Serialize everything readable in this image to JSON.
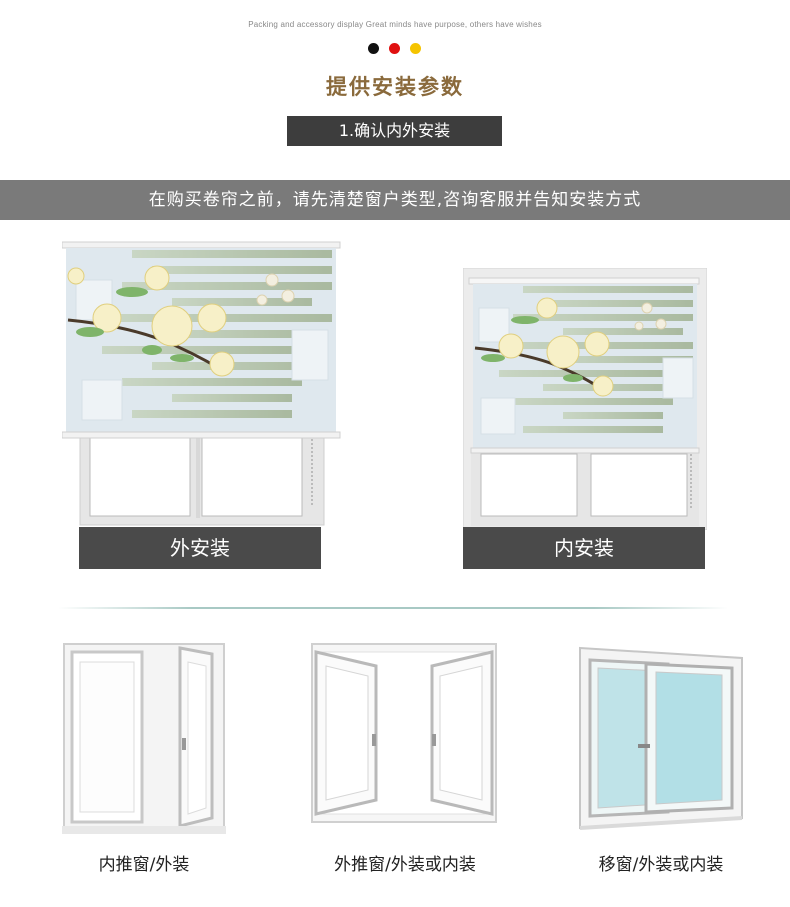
{
  "header": {
    "tagline": "Packing and accessory display Great minds have purpose, others have wishes",
    "dots": [
      "#111111",
      "#e01010",
      "#f5c400"
    ],
    "title": "提供安装参数",
    "step_label": "1.确认内外安装"
  },
  "banner": {
    "text": "在购买卷帘之前，请先清楚窗户类型,咨询客服并告知安装方式"
  },
  "install_types": [
    {
      "label": "外安装"
    },
    {
      "label": "内安装"
    }
  ],
  "window_types": [
    {
      "label": "内推窗/外装"
    },
    {
      "label": "外推窗/外装或内装"
    },
    {
      "label": "移窗/外装或内装"
    }
  ],
  "colors": {
    "title": "#8a6a3c",
    "step_bg": "#3d3d3d",
    "banner_bg": "#7a7a7a",
    "label_bg": "#4a4a4a"
  }
}
